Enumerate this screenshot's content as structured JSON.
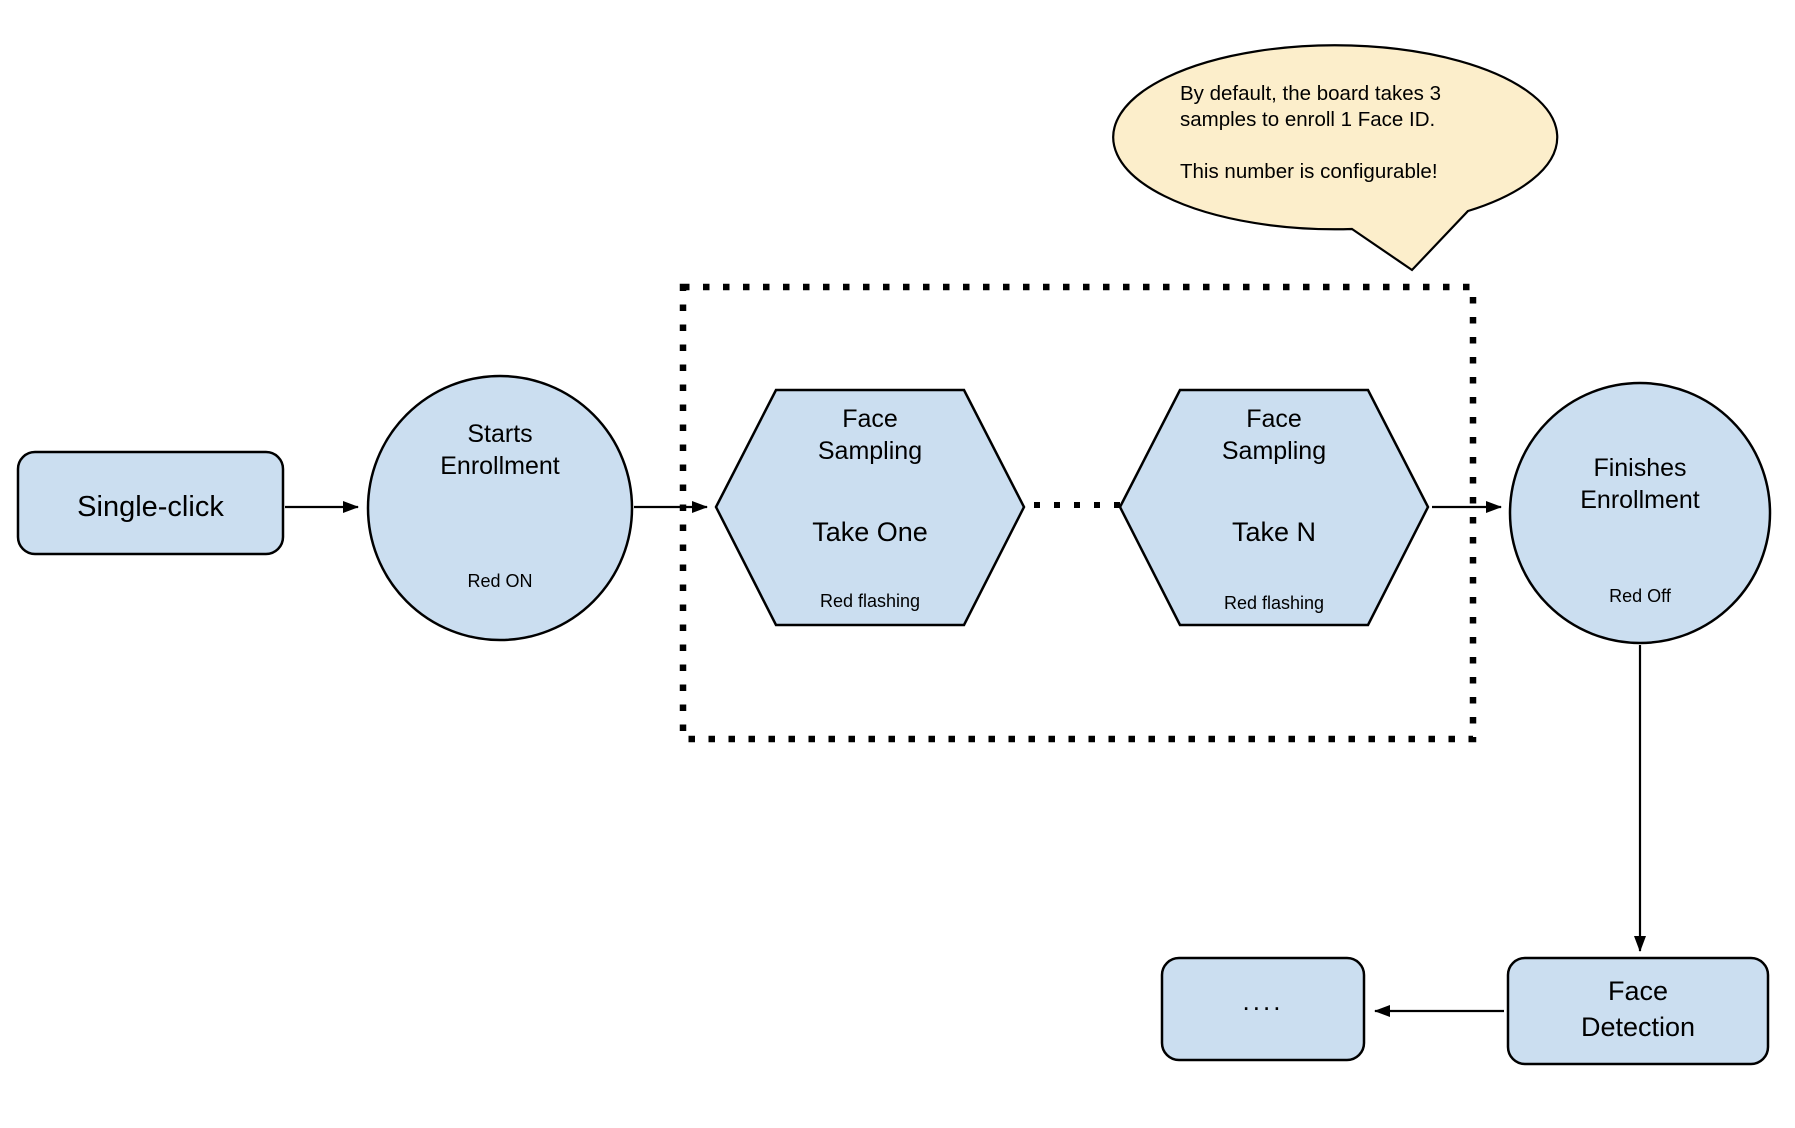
{
  "diagram": {
    "background": "#ffffff",
    "colors": {
      "node_fill": "#cbdef0",
      "node_border": "#000000",
      "callout_fill": "#fceecb",
      "arrow": "#000000"
    },
    "callout": {
      "text": "By default, the board takes 3\nsamples to enroll 1 Face ID.\n\nThis number is configurable!"
    },
    "nodes": {
      "single_click": {
        "label": "Single-click"
      },
      "starts_enrollment": {
        "title": "Starts\nEnrollment",
        "status": "Red ON"
      },
      "face_sampling_first": {
        "title": "Face\nSampling",
        "take": "Take One",
        "status": "Red flashing"
      },
      "face_sampling_last": {
        "title": "Face\nSampling",
        "take": "Take N",
        "status": "Red flashing"
      },
      "finishes_enrollment": {
        "title": "Finishes\nEnrollment",
        "status": "Red Off"
      },
      "face_detection": {
        "label": "Face\nDetection"
      },
      "continuation": {
        "label": "...."
      }
    }
  }
}
